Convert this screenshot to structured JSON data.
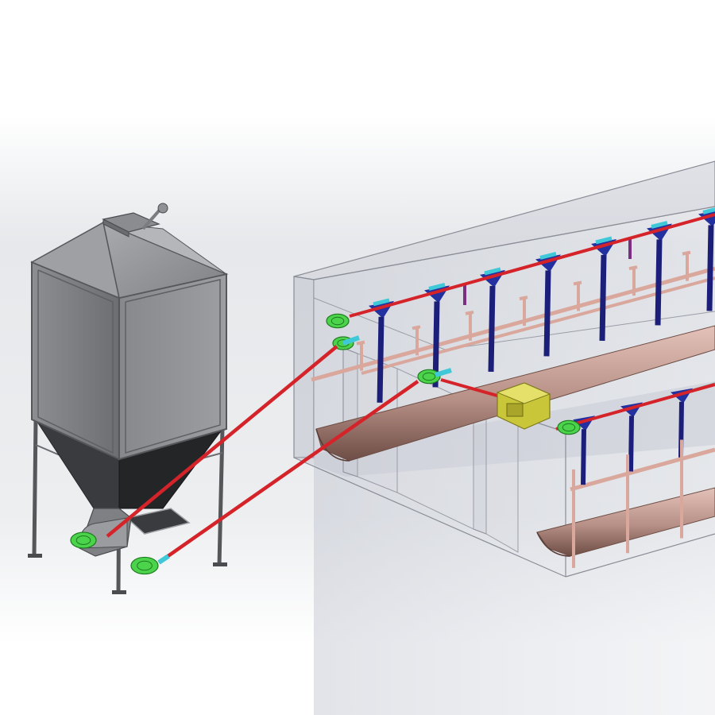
{
  "colors": {
    "background_top": "#ffffff",
    "background_band": "#e9ebee",
    "silo_body": "#7d7f83",
    "silo_body_light": "#9a9ca0",
    "silo_hopper": "#2f3033",
    "silo_frame": "#55575b",
    "feed_pipe": "#d5232a",
    "pipe_coupling": "#3fc9d8",
    "corner_wheel": "#4bd34b",
    "drop_tube": "#1b1f7a",
    "feed_cone": "#2330a0",
    "drinker_pipe": "#d9a79b",
    "trough": "#caa399",
    "trough_dark": "#5a3d36",
    "housing_glass": "rgba(200,204,214,0.32)",
    "housing_edge": "#8a8d96",
    "drive_unit": "#c9c63a",
    "valve_purple": "#7a2f84"
  },
  "icons": {
    "silo": "silo-icon",
    "drive_motor": "motor-icon",
    "corner_wheel": "corner-wheel-icon"
  },
  "scene": {
    "silo": {
      "hopper_feeder": "feeder",
      "lid": "lid"
    },
    "feed_lines": 2,
    "house_rows": 2
  }
}
